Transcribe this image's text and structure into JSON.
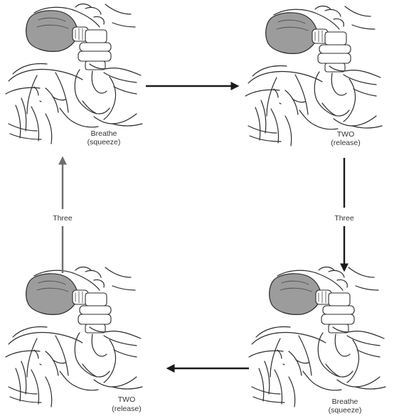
{
  "steps": [
    {
      "line1": "Breathe",
      "line2": "(squeeze)"
    },
    {
      "line1": "TWO",
      "line2": "(release)"
    },
    {
      "line1": "Breathe",
      "line2": "(squeeze)"
    },
    {
      "line1": "TWO",
      "line2": "(release)"
    }
  ],
  "transitions": {
    "right_down": "Three",
    "left_up": "Three"
  },
  "colors": {
    "line": "#2b2b2b",
    "mask": "#9c9c9c",
    "arrow_dark": "#1a1a1a",
    "arrow_gray": "#6e6e6e"
  }
}
